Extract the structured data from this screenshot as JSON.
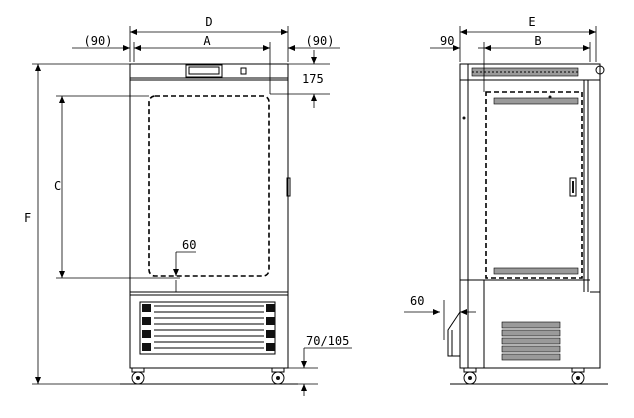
{
  "dimensions": {
    "D": "D",
    "A": "A",
    "left_clearance": "(90)",
    "right_clearance": "(90)",
    "top_gap": "175",
    "C": "C",
    "F": "F",
    "inner_bottom_gap": "60",
    "caster_height": "70/105",
    "E": "E",
    "B": "B",
    "rear_clearance": "90",
    "rear_gap": "60"
  }
}
